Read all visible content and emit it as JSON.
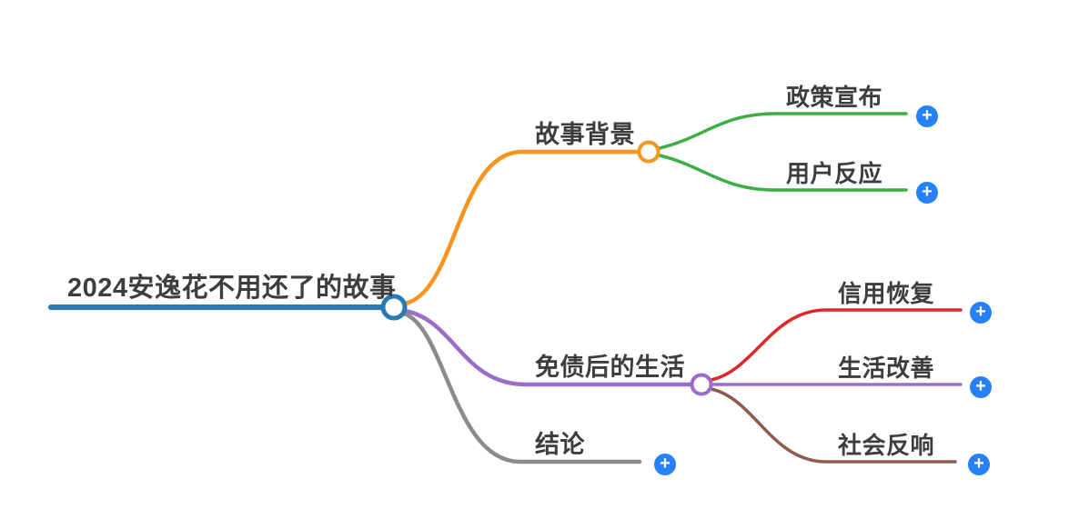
{
  "colors": {
    "root_blue": "#2878b5",
    "branch_orange": "#f7941e",
    "child_green": "#3cae44",
    "branch_purple": "#9a6dc9",
    "child_red": "#dd2727",
    "child_brown": "#8d5a4e",
    "branch_gray": "#8b8b8b",
    "add_button_blue": "#2680f7",
    "label_text": "#3d3d3d",
    "node_fill": "#ffffff"
  },
  "icons": {
    "plus": "+"
  },
  "mindmap": {
    "root": {
      "label": "2024安逸花不用还了的故事"
    },
    "branches": [
      {
        "label": "故事背景",
        "children": [
          {
            "label": "政策宣布"
          },
          {
            "label": "用户反应"
          }
        ]
      },
      {
        "label": "免债后的生活",
        "children": [
          {
            "label": "信用恢复"
          },
          {
            "label": "生活改善"
          },
          {
            "label": "社会反响"
          }
        ]
      },
      {
        "label": "结论",
        "children": []
      }
    ]
  }
}
